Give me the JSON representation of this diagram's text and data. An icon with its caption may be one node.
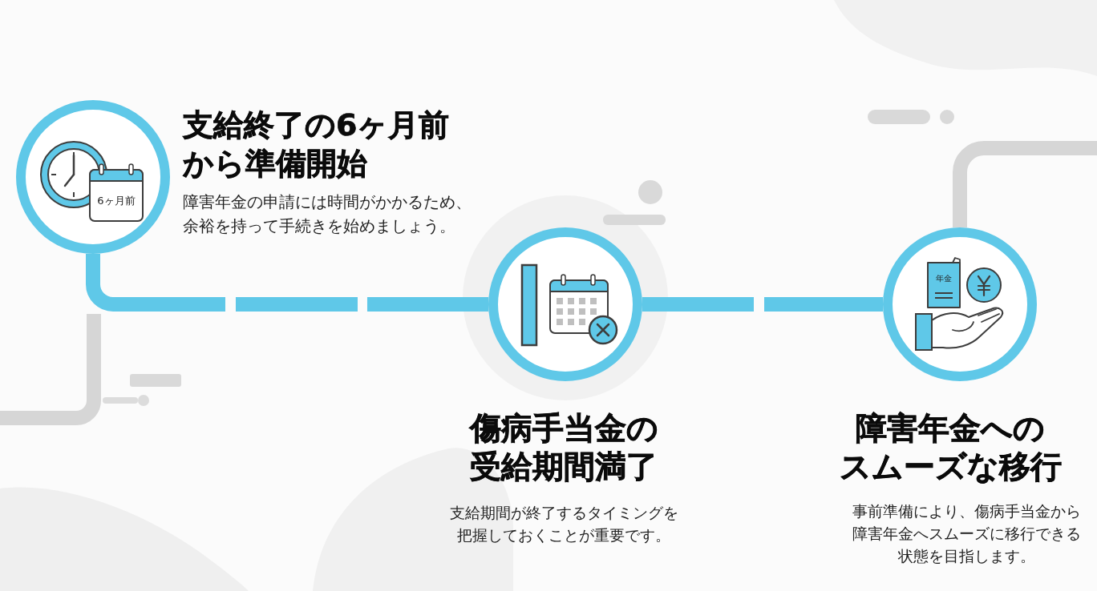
{
  "diagram": {
    "nodes": [
      {
        "text": [
          "支給終了の6ヶ月前から準備開始",
          "6ヶ月前",
          "障害年金の申請には時間がかかるため、余裕を持って手続きを始めましょう。"
        ]
      },
      {
        "text": [
          "傷病手当金の受給期間満了",
          "支給期間が終了するタイミングを把握しておくことが重要です。"
        ]
      },
      {
        "text": [
          "年金",
          "障害年金へのスムーズな移行",
          "事前準備により、傷病手当金から障害年金へスムーズに移行できる状態を目指します。"
        ]
      }
    ],
    "edges": [
      {
        "from": 0,
        "to": 1,
        "arrow": "none",
        "style": "dashed"
      },
      {
        "from": 1,
        "to": 2,
        "arrow": "none",
        "style": "dashed"
      }
    ]
  }
}
